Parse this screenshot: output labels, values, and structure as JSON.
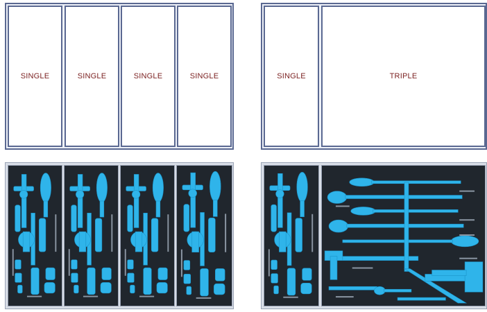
{
  "layout_a": {
    "slots": [
      {
        "label": "SINGLE"
      },
      {
        "label": "SINGLE"
      },
      {
        "label": "SINGLE"
      },
      {
        "label": "SINGLE"
      }
    ]
  },
  "layout_b": {
    "slots": [
      {
        "label": "SINGLE"
      },
      {
        "label": "TRIPLE"
      }
    ]
  },
  "colors": {
    "slot_border": "#5a6891",
    "label_text": "#7a1f1f",
    "foam": "#20262d",
    "tool_blue": "#2fb4ea"
  }
}
